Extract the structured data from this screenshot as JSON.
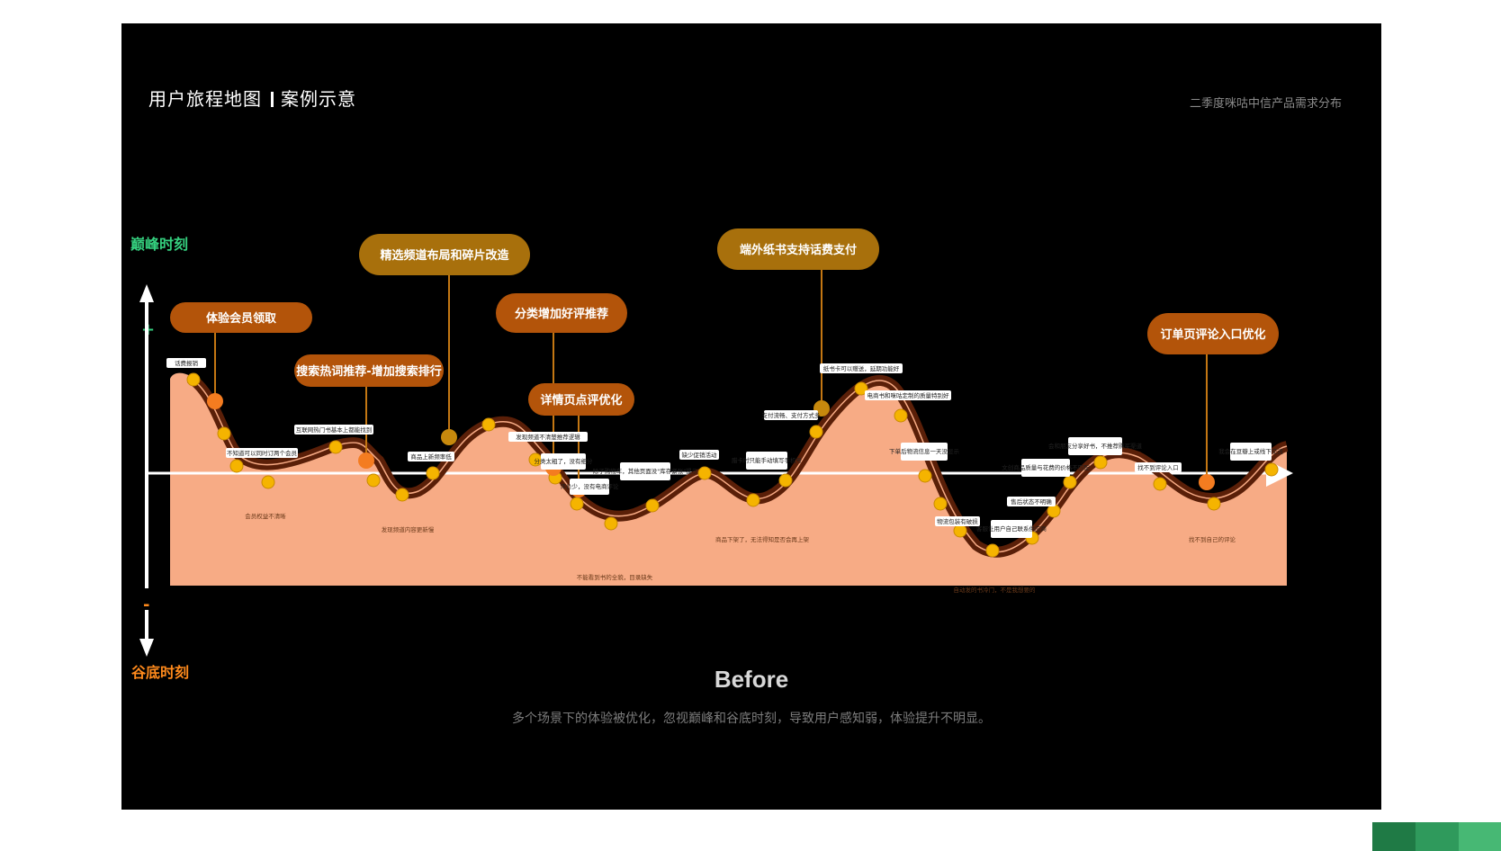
{
  "page": {
    "title_main": "用户旅程地图",
    "title_sub": "案例示意",
    "subtitle": "二季度咪咕中信产品需求分布",
    "peak_label": "巅峰时刻",
    "trough_label": "谷底时刻",
    "plus_sign": "+",
    "minus_sign": "-",
    "before": "Before",
    "caption": "多个场景下的体验被优化，忽视巅峰和谷底时刻，导致用户感知弱，体验提升不明显。"
  },
  "colors": {
    "background": "#000000",
    "area_fill": "#f7ab85",
    "band": "#5a1f08",
    "node": "#f47c20",
    "pill_dark": "#b3540a",
    "pill_gold": "#a8700c",
    "peak": "#35d07f",
    "trough": "#ff8a1c"
  },
  "optimizations": [
    {
      "label": "体验会员领取",
      "style": "dark"
    },
    {
      "label": "精选频道布局和碎片改造",
      "style": "gold"
    },
    {
      "label": "搜索热词推荐-增加搜索排行",
      "style": "dark"
    },
    {
      "label": "分类增加好评推荐",
      "style": "dark"
    },
    {
      "label": "详情页点评优化",
      "style": "dark"
    },
    {
      "label": "端外纸书支持话费支付",
      "style": "gold"
    },
    {
      "label": "订单页评论入口优化",
      "style": "dark"
    }
  ],
  "touchpoints": [
    {
      "label": "话费报销"
    },
    {
      "label": "互联网热门书基本上都能找到"
    },
    {
      "label": "不知道可以同时订两个会员"
    },
    {
      "label": "商品上新频率低"
    },
    {
      "label": "发现频道不清楚推荐逻辑"
    },
    {
      "label": "缺少促销活动"
    },
    {
      "label": "支付流畅、支付方式多"
    },
    {
      "label": "纸书卡可以赠送，延期功能好"
    },
    {
      "label": "电商书和咪咕定制的质量特别好"
    },
    {
      "label": "下单后物流信息一天没显示"
    },
    {
      "label": "售后状态不明确"
    },
    {
      "label": "会和朋友分享好书，不推荐购买渠道"
    },
    {
      "label": "找不到评论入口"
    },
    {
      "label": "我会在豆瓣上或线下交流"
    },
    {
      "label": "文创商品质量与花费的价格不匹配"
    },
    {
      "label": "客服让用户自己联系供应商"
    },
    {
      "label": "物流包装有破损"
    },
    {
      "label": "腊卡时只能手动填写手机号"
    },
    {
      "label": "除了购物车，其他页面没\"库存紧张\"提示"
    },
    {
      "label": "分类太粗了，没有细分"
    },
    {
      "label": "评价少，没有电商评论"
    }
  ],
  "low_notes": [
    {
      "label": "会员权益不清晰"
    },
    {
      "label": "发现频道内容更新慢"
    },
    {
      "label": "不能看到书的全貌，目录缺失"
    },
    {
      "label": "商品下架了，无法得知是否会再上架"
    },
    {
      "label": "自动发的书冷门，不是我想要的"
    },
    {
      "label": "找不到自己的评论"
    }
  ]
}
